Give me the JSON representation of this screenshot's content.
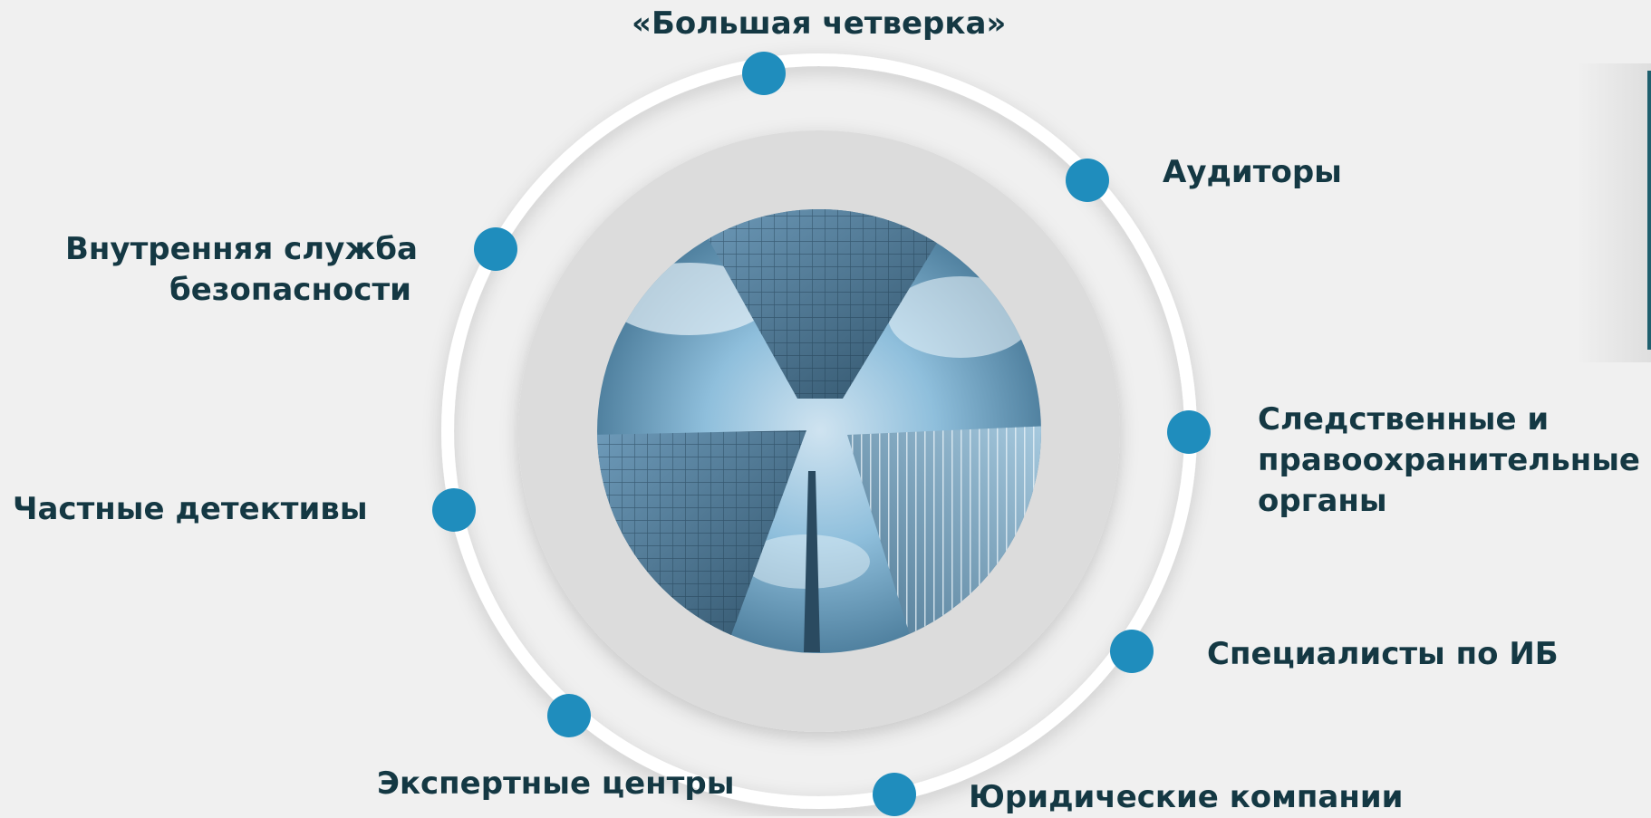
{
  "nodes": [
    {
      "id": "big-four",
      "lines": [
        "«Большая четверка»"
      ]
    },
    {
      "id": "auditors",
      "lines": [
        "Аудиторы"
      ]
    },
    {
      "id": "investigative",
      "lines": [
        "Следственные и",
        "правоохранительные",
        "органы"
      ]
    },
    {
      "id": "infosec",
      "lines": [
        "Специалисты по ИБ"
      ]
    },
    {
      "id": "law-firms",
      "lines": [
        "Юридические компании"
      ]
    },
    {
      "id": "expert-centers",
      "lines": [
        "Экспертные центры"
      ]
    },
    {
      "id": "private-detectives",
      "lines": [
        "Частные детективы"
      ]
    },
    {
      "id": "internal-security",
      "lines": [
        "Внутренняя служба",
        "безопасности"
      ]
    }
  ],
  "colors": {
    "node": "#1f8dbd",
    "text": "#143843",
    "ring": "#ffffff",
    "inner_disc": "#dcdcdc",
    "background": "#f0f0f0"
  },
  "center_image": "skyscrapers-photo"
}
